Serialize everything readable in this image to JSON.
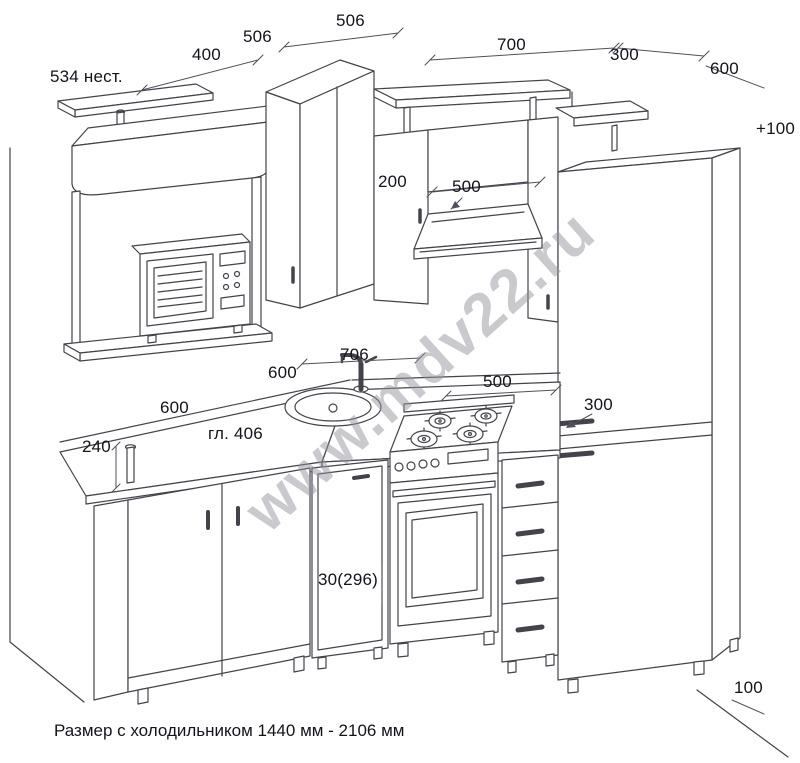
{
  "drawing": {
    "watermark": "www.mdv22.ru",
    "footer_note": "Размер с холодильником 1440 мм -  2106 мм",
    "labels": {
      "shelf_534": "534 нест.",
      "top_400": "400",
      "top_506_left": "506",
      "top_506_right": "506",
      "top_700": "700",
      "top_300": "300",
      "top_600": "600",
      "right_plus_100": "+100",
      "hood_gap_200": "200",
      "hood_width_500": "500",
      "counter_706": "706",
      "counter_600_upper": "600",
      "counter_500": "500",
      "counter_600_lower": "600",
      "fridge_300": "300",
      "counter_depth": "гл. 406",
      "left_240": "240",
      "plinth_30_296": "30(296)",
      "bottom_100": "100"
    }
  }
}
